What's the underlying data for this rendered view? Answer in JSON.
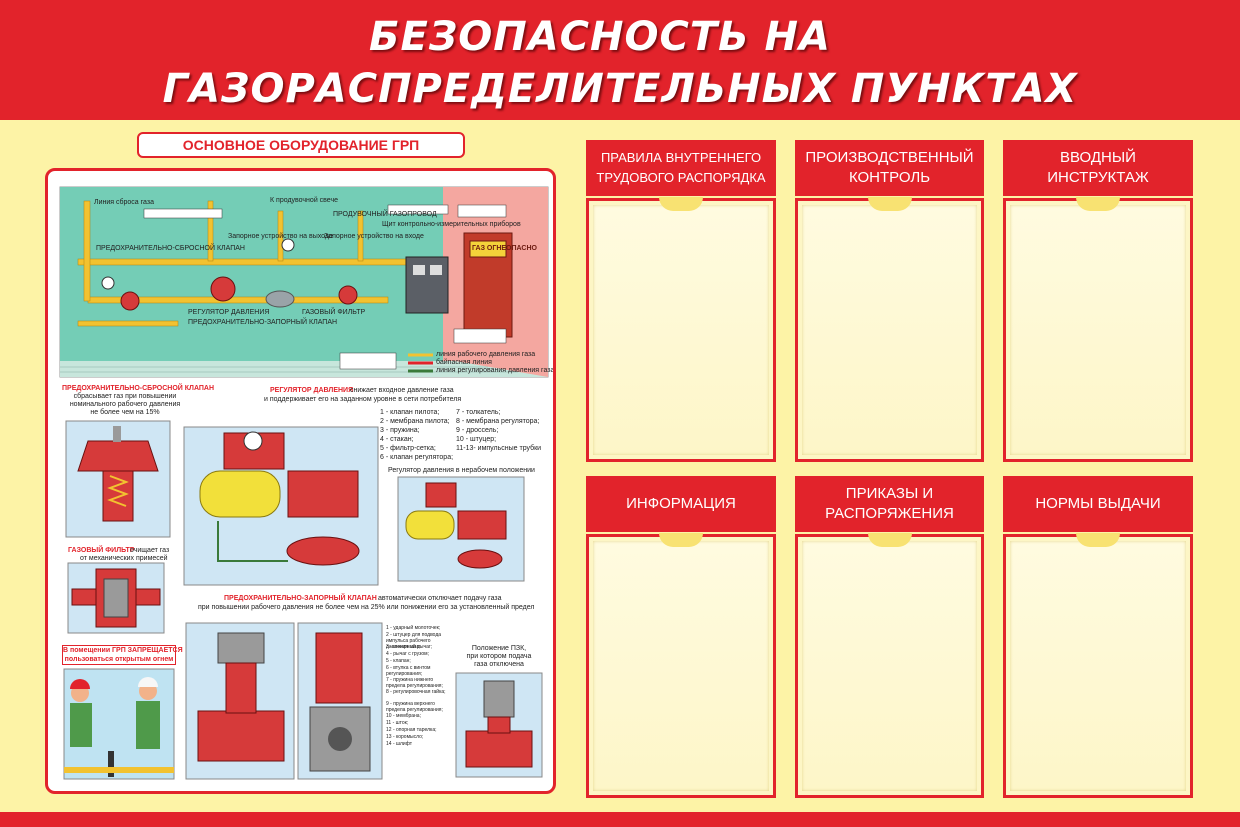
{
  "header": {
    "line1": "БЕЗОПАСНОСТЬ НА",
    "line2": "ГАЗОРАСПРЕДЕЛИТЕЛЬНЫХ ПУНКТАХ"
  },
  "poster": {
    "title": "ОСНОВНОЕ ОБОРУДОВАНИЕ ГРП",
    "diagram_labels": {
      "line_reset": "Линия сброса газа",
      "candle": "К продувочной свече",
      "purge": "ПРОДУВОЧНЫЙ ГАЗОПРОВОД",
      "valve_reset": "ПРЕДОХРАНИТЕЛЬНО-СБРОСНОЙ КЛАПАН",
      "shutoff_out": "Запорное устройство на выходе",
      "shutoff_in": "Запорное устройство на входе",
      "shield": "Щит контрольно-измерительных приборов",
      "regulator": "РЕГУЛЯТОР ДАВЛЕНИЯ",
      "shutoff_valve": "ПРЕДОХРАНИТЕЛЬНО-ЗАПОРНЫЙ КЛАПАН",
      "filter": "ГАЗОВЫЙ ФИЛЬТР",
      "door_sign": "ГАЗ ОГНЕОПАСНО",
      "legend_work": "линия рабочего давления газа",
      "legend_bypass": "байпасная линия",
      "legend_reg": "линия регулирования давления газа"
    },
    "sections": {
      "reset_valve_title": "ПРЕДОХРАНИТЕЛЬНО-СБРОСНОЙ КЛАПАН",
      "reset_valve_text1": "сбрасывает газ при повышении",
      "reset_valve_text2": "номинального рабочего давления",
      "reset_valve_text3": "не более чем на 15%",
      "regulator_title": "РЕГУЛЯТОР ДАВЛЕНИЯ",
      "regulator_text1": "снижает входное давление газа",
      "regulator_text2": "и поддерживает его на заданном уровне в сети потребителя",
      "regulator_idle": "Регулятор давления в нерабочем положении",
      "filter_title": "ГАЗОВЫЙ ФИЛЬТР",
      "filter_text1": "очищает газ",
      "filter_text2": "от механических примесей",
      "shutoff_title": "ПРЕДОХРАНИТЕЛЬНО-ЗАПОРНЫЙ КЛАПАН",
      "shutoff_text1": "автоматически отключает подачу газа",
      "shutoff_text2": "при повышении рабочего давления не более чем на 25% или понижении его за установленный предел",
      "prohibit1": "В помещении ГРП ЗАПРЕЩАЕТСЯ",
      "prohibit2": "пользоваться открытым огнем",
      "pzk_pos1": "Положение ПЗК,",
      "pzk_pos2": "при котором подача",
      "pzk_pos3": "газа отключена"
    },
    "regulator_parts_left": [
      "1 - клапан пилота;",
      "2 - мембрана пилота;",
      "3 - пружина;",
      "4 - стакан;",
      "5 - фильтр-сетка;",
      "6 - клапан регулятора;"
    ],
    "regulator_parts_right": [
      "7 - толкатель;",
      "8 - мембрана регулятора;",
      "9 - дроссель;",
      "10 - штуцер;",
      "11-13- импульсные трубки"
    ],
    "shutoff_parts": [
      "1 - ударный молоточек;",
      "2 - штуцер для подвода импульса рабочего давления газа;",
      "3 - анкерный рычаг;",
      "4 - рычаг с грузом;",
      "5 - клапан;",
      "6 - втулка с винтом регулирования;",
      "7 - пружина нижнего предела регулирования;",
      "8 - регулировочная гайка;",
      "9 - пружина верхнего предела регулирования;",
      "10 - мембрана;",
      "11 - шток;",
      "12 - опорная тарелка;",
      "13 - коромысло;",
      "14 - шлифт"
    ]
  },
  "pockets": [
    {
      "line1": "ПРАВИЛА ВНУТРЕННЕГО",
      "line2": "ТРУДОВОГО РАСПОРЯДКА"
    },
    {
      "line1": "ПРОИЗВОДСТВЕННЫЙ",
      "line2": "КОНТРОЛЬ"
    },
    {
      "line1": "ВВОДНЫЙ",
      "line2": "ИНСТРУКТАЖ"
    },
    {
      "line1": "ИНФОРМАЦИЯ",
      "line2": ""
    },
    {
      "line1": "ПРИКАЗЫ И",
      "line2": "РАСПОРЯЖЕНИЯ"
    },
    {
      "line1": "НОРМЫ ВЫДАЧИ",
      "line2": ""
    }
  ],
  "colors": {
    "red": "#e2232b",
    "yellow": "#fdf3a6",
    "pocket": "#fdf6c5",
    "room": "#6fc6b0",
    "pipe": "#f2c230"
  }
}
